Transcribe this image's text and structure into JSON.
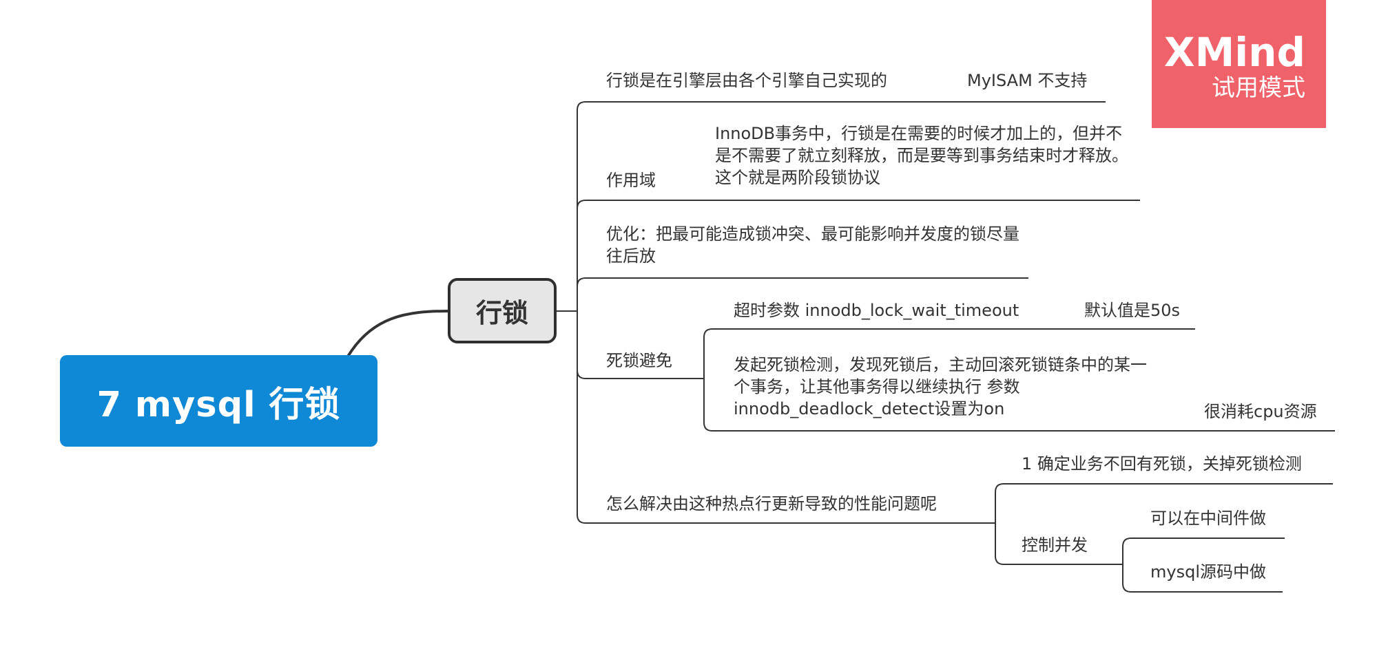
{
  "watermark": {
    "title": "XMind",
    "subtitle": "试用模式"
  },
  "root": {
    "label": "7 mysql 行锁"
  },
  "main_topic": {
    "label": "行锁"
  },
  "branches": [
    {
      "label": "行锁是在引擎层由各个引擎自己实现的",
      "children": [
        {
          "label": "MyISAM 不支持"
        }
      ]
    },
    {
      "label": "作用域",
      "children": [
        {
          "label": "InnoDB事务中，行锁是在需要的时候才加上的，但并不是不需要了就立刻释放，而是要等到事务结束时才释放。这个就是两阶段锁协议"
        }
      ]
    },
    {
      "label": "优化：把最可能造成锁冲突、最可能影响并发度的锁尽量往后放"
    },
    {
      "label": "死锁避免",
      "children": [
        {
          "label": "超时参数 innodb_lock_wait_timeout",
          "children": [
            {
              "label": "默认值是50s"
            }
          ]
        },
        {
          "label": "发起死锁检测，发现死锁后，主动回滚死锁链条中的某一个事务，让其他事务得以继续执行 参数innodb_deadlock_detect设置为on",
          "children": [
            {
              "label": "很消耗cpu资源"
            }
          ]
        }
      ]
    },
    {
      "label": "怎么解决由这种热点行更新导致的性能问题呢",
      "children": [
        {
          "label": "1 确定业务不回有死锁，关掉死锁检测"
        },
        {
          "label": "控制并发",
          "children": [
            {
              "label": "可以在中间件做"
            },
            {
              "label": "mysql源码中做"
            }
          ]
        }
      ]
    }
  ],
  "colors": {
    "root_fill": "#0f88d6",
    "watermark_fill": "#f0626a",
    "main_topic_fill": "#e6e6e6",
    "line": "#333333"
  }
}
